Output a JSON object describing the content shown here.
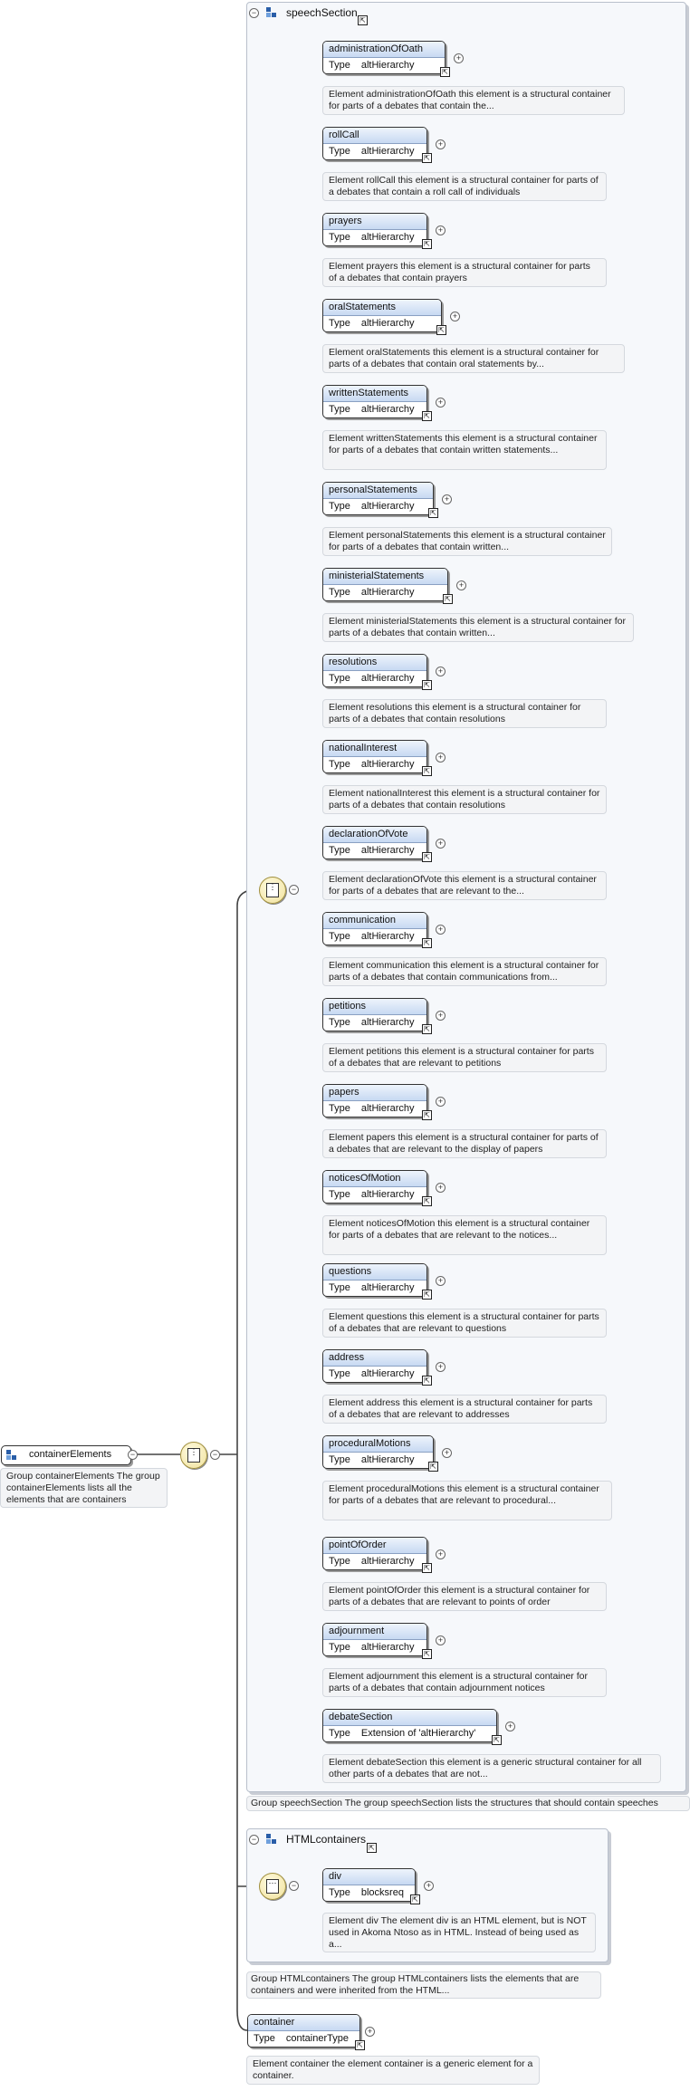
{
  "root": {
    "name": "containerElements",
    "description": "Group containerElements The group containerElements lists all the elements that are containers"
  },
  "speech_section": {
    "title": "speechSection",
    "description": "Group speechSection The group speechSection lists the structures that should contain speeches",
    "type_key": "Type",
    "elements": [
      {
        "name": "administrationOfOath",
        "type": "altHierarchy",
        "description": "Element administrationOfOath this element is a structural container for parts of a debates that contain the..."
      },
      {
        "name": "rollCall",
        "type": "altHierarchy",
        "description": "Element rollCall this element is a structural container for parts of a debates that contain a roll call of individuals"
      },
      {
        "name": "prayers",
        "type": "altHierarchy",
        "description": "Element prayers this element is a structural container for parts of a debates that contain prayers"
      },
      {
        "name": "oralStatements",
        "type": "altHierarchy",
        "description": "Element oralStatements this element is a structural container for parts of a debates that contain oral statements by..."
      },
      {
        "name": "writtenStatements",
        "type": "altHierarchy",
        "description": "Element writtenStatements this element is a structural container for parts of a debates that contain written statements..."
      },
      {
        "name": "personalStatements",
        "type": "altHierarchy",
        "description": "Element personalStatements this element is a structural container for parts of a debates that contain written..."
      },
      {
        "name": "ministerialStatements",
        "type": "altHierarchy",
        "description": "Element ministerialStatements this element is a structural container for parts of a debates that contain written..."
      },
      {
        "name": "resolutions",
        "type": "altHierarchy",
        "description": "Element resolutions this element is a structural container for parts of a debates that contain resolutions"
      },
      {
        "name": "nationalInterest",
        "type": "altHierarchy",
        "description": "Element nationalInterest this element is a structural container for parts of a debates that contain resolutions"
      },
      {
        "name": "declarationOfVote",
        "type": "altHierarchy",
        "description": "Element declarationOfVote this element is a structural container for parts of a debates that are relevant to the..."
      },
      {
        "name": "communication",
        "type": "altHierarchy",
        "description": "Element communication this element is a structural container for parts of a debates that contain communications from..."
      },
      {
        "name": "petitions",
        "type": "altHierarchy",
        "description": "Element petitions this element is a structural container for parts of a debates that are relevant to petitions"
      },
      {
        "name": "papers",
        "type": "altHierarchy",
        "description": "Element papers this element is a structural container for parts of a debates that are relevant to the display of papers"
      },
      {
        "name": "noticesOfMotion",
        "type": "altHierarchy",
        "description": "Element noticesOfMotion this element is a structural container for parts of a debates that are relevant to the notices..."
      },
      {
        "name": "questions",
        "type": "altHierarchy",
        "description": "Element questions this element is a structural container for parts of a debates that are relevant to questions"
      },
      {
        "name": "address",
        "type": "altHierarchy",
        "description": "Element address this element is a structural container for parts of a debates that are relevant to addresses"
      },
      {
        "name": "proceduralMotions",
        "type": "altHierarchy",
        "description": "Element proceduralMotions this element is a structural container for parts of a debates that are relevant to procedural..."
      },
      {
        "name": "pointOfOrder",
        "type": "altHierarchy",
        "description": "Element pointOfOrder this element is a structural container for parts of a debates that are relevant to points of order"
      },
      {
        "name": "adjournment",
        "type": "altHierarchy",
        "description": "Element adjournment this element is a structural container for parts of a debates that contain adjournment notices"
      },
      {
        "name": "debateSection",
        "type": "Extension of 'altHierarchy'",
        "description": "Element debateSection this element is a generic structural container for all other parts of a debates that are not..."
      }
    ]
  },
  "html_containers": {
    "title": "HTMLcontainers",
    "description": "Group HTMLcontainers The group HTMLcontainers lists the elements that are containers and were inherited from the HTML...",
    "element": {
      "name": "div",
      "type_key": "Type",
      "type": "blocksreq",
      "description": "Element div The element div is an HTML element, but is NOT used in Akoma Ntoso as in HTML. Instead of being used as a..."
    }
  },
  "container": {
    "name": "container",
    "type_key": "Type",
    "type": "containerType",
    "description": "Element container the element container is a generic element for a container."
  },
  "colors": {
    "accent": "#2a5ea8",
    "header_gradient_top": "#eef4fc",
    "header_gradient_bottom": "#c7d9f2",
    "compositor": "#f0e19b"
  }
}
